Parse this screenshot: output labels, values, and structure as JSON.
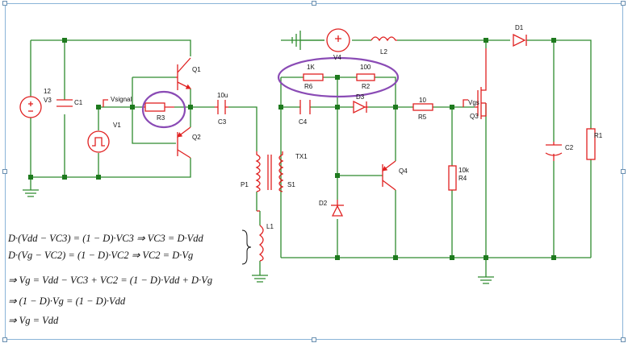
{
  "colors": {
    "wire": "#2e8b2e",
    "node": "#1e7a1e",
    "component": "#e02020",
    "highlight": "#8a4bb5",
    "text": "#111111"
  },
  "labels": {
    "V3": "V3",
    "V3_val": "12",
    "C1": "C1",
    "V1": "V1",
    "vsignal": "Vsignal",
    "R3": "R3",
    "Q1": "Q1",
    "Q2": "Q2",
    "C3": "C3",
    "C3_val": "10u",
    "V4": "V4",
    "L2": "L2",
    "R6_val": "1K",
    "R6": "R6",
    "R2_val": "100",
    "R2": "R2",
    "C4": "C4",
    "D3": "D3",
    "R5_val": "10",
    "R5": "R5",
    "vgs": "Vgs",
    "Q3": "Q3",
    "D1": "D1",
    "C2": "C2",
    "R1": "R1",
    "TX1": "TX1",
    "P1": "P1",
    "S1": "S1",
    "L1": "L1",
    "Q4": "Q4",
    "D2": "D2",
    "R4_val": "10k",
    "R4": "R4"
  },
  "equations": [
    "D·(Vdd − VC3) = (1 − D)·VC3 ⇒ VC3 = D·Vdd",
    "D·(Vg − VC2) = (1 − D)·VC2 ⇒ VC2 = D·Vg",
    "⇒ Vg = Vdd − VC3 + VC2 = (1 − D)·Vdd + D·Vg",
    "⇒ (1 − D)·Vg = (1 − D)·Vdd",
    "⇒ Vg = Vdd"
  ]
}
